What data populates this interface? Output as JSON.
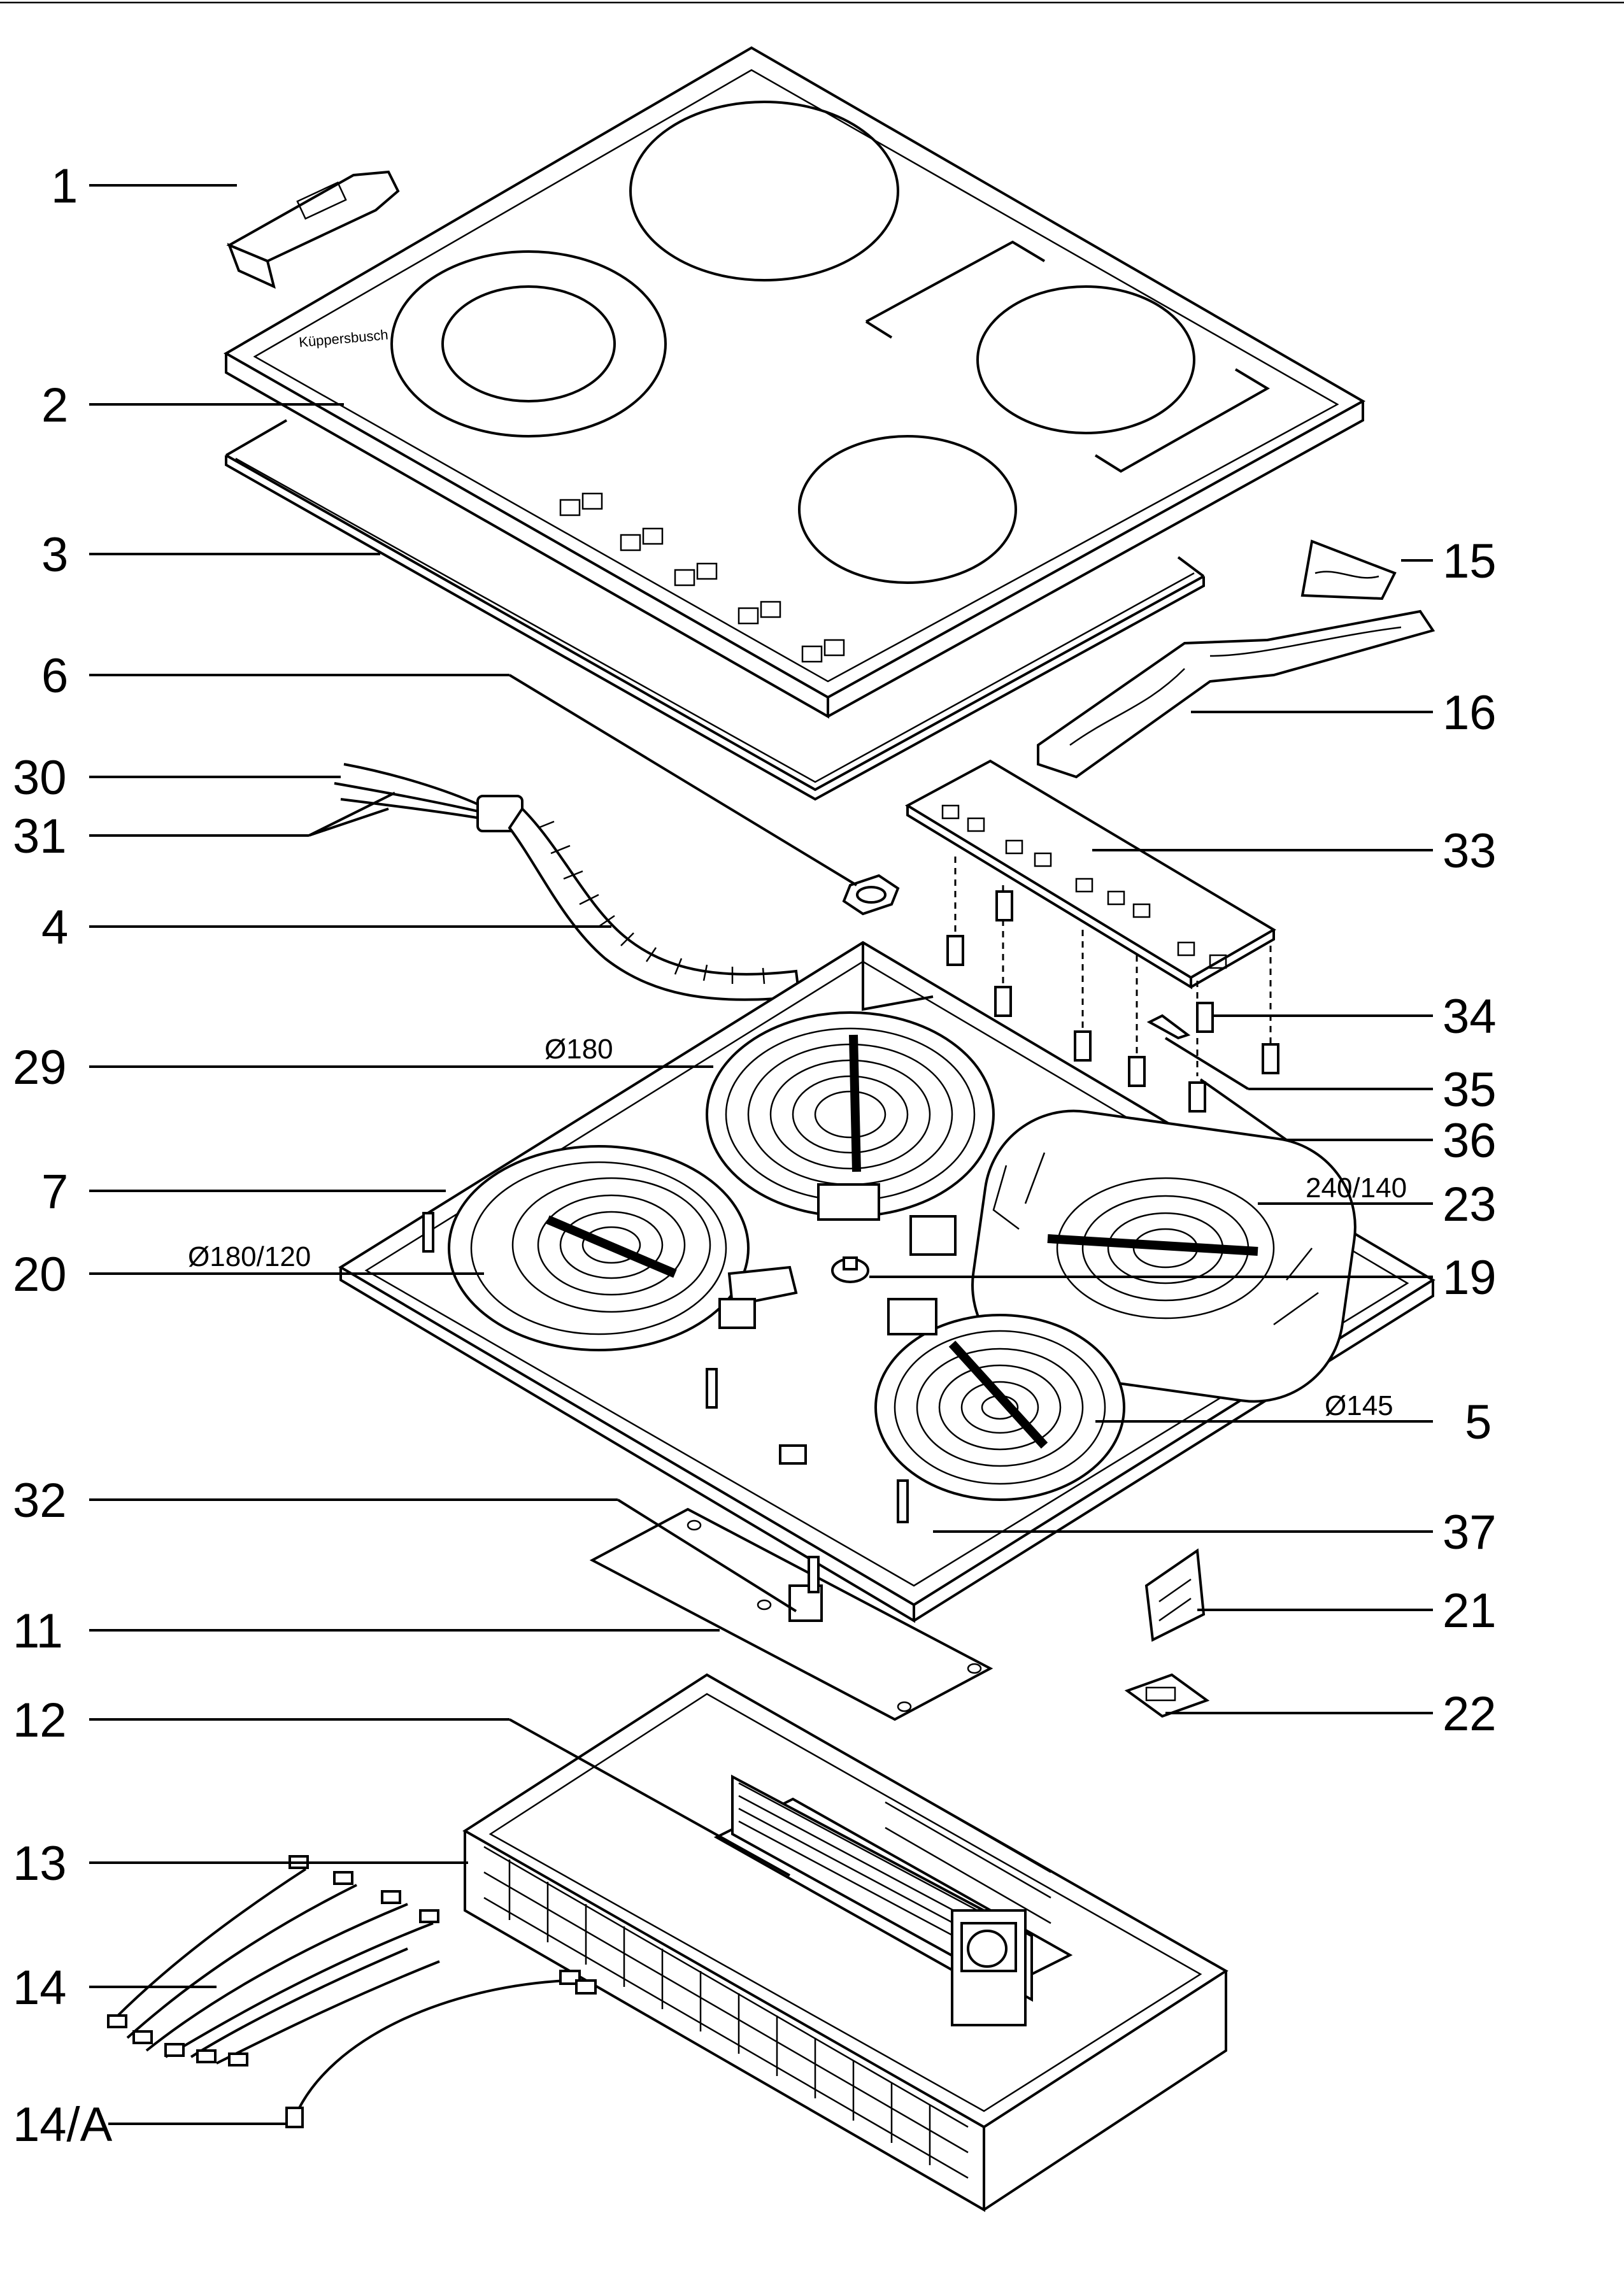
{
  "labels": {
    "l1": "1",
    "l2": "2",
    "l3": "3",
    "l6": "6",
    "l30": "30",
    "l31": "31",
    "l4": "4",
    "l29": "29",
    "l7": "7",
    "l20": "20",
    "l32": "32",
    "l11": "11",
    "l12": "12",
    "l13": "13",
    "l14": "14",
    "l14a": "14/A",
    "l15": "15",
    "l16": "16",
    "l33": "33",
    "l34": "34",
    "l35": "35",
    "l36": "36",
    "l23": "23",
    "l19": "19",
    "l5": "5",
    "l37": "37",
    "l21": "21",
    "l22": "22"
  },
  "dimensions": {
    "d180": "Ø180",
    "d180_120": "Ø180/120",
    "d240_140": "240/140",
    "d145": "Ø145"
  },
  "colors": {
    "line": "#000000",
    "background": "#ffffff"
  }
}
